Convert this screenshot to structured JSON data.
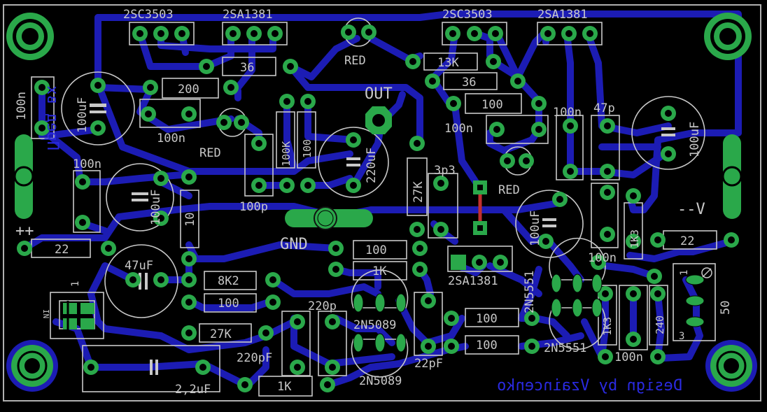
{
  "colors": {
    "background": "#000000",
    "trace": "#1c1cb4",
    "pad": "#2aa84a",
    "silk": "#c8c8c8",
    "jumper": "#c03030",
    "mirror_text": "#2a2ae0"
  },
  "labels": {
    "t1": "2SC3503",
    "t2": "2SA1381",
    "t3": "2SC3503",
    "t4": "2SA1381",
    "t5": "2SA1381",
    "red1": "RED",
    "red2": "RED",
    "red3": "RED",
    "r13k": "13K",
    "r36a": "36",
    "r36b": "36",
    "r200": "200",
    "r100a": "100",
    "c100n_a": "100n",
    "c100n_b": "100n",
    "c100n_c": "100n",
    "c100n_d": "100n",
    "c100n_e": "100n",
    "c100n_f": "100n",
    "c100n_g": "100n",
    "c47p": "47p",
    "out": "OUT",
    "r100k": "100K",
    "r100v": "100",
    "c220uf": "220uF",
    "r27k_v": "27K",
    "c3p3": "3p3",
    "c100uf_a": "100uF",
    "c100uf_b": "100uF",
    "c100uf_c": "100uF",
    "c100uf_d": "100uF",
    "c47uf": "47uF",
    "r10": "10",
    "c100p": "100p",
    "gnd": "GND",
    "neg_v": "--V",
    "pos_v": "++",
    "r22a": "22",
    "r22b": "22",
    "r1k3a": "1K3",
    "r1k3b": "1K3",
    "r240": "240",
    "r100_b": "100",
    "r1k_a": "1K",
    "r8k2": "8K2",
    "r100_c": "100",
    "r27k_h": "27K",
    "c220p": "220p",
    "c220pf": "220pF",
    "c22pf": "22pF",
    "q2n5089a": "2N5089",
    "q2n5089b": "2N5089",
    "r100_d": "100",
    "r100_e": "100",
    "q2n5551a": "2N5551",
    "q2n5551b": "2N5551",
    "r1k_b": "1K",
    "c2u2": "2,2uF",
    "pot50": "50",
    "pot1": "1",
    "pot3": "3",
    "in": "IN",
    "in1": "1",
    "mirror_pre": "Пред вх",
    "mirror_design": "Design by Vzaincenko"
  }
}
